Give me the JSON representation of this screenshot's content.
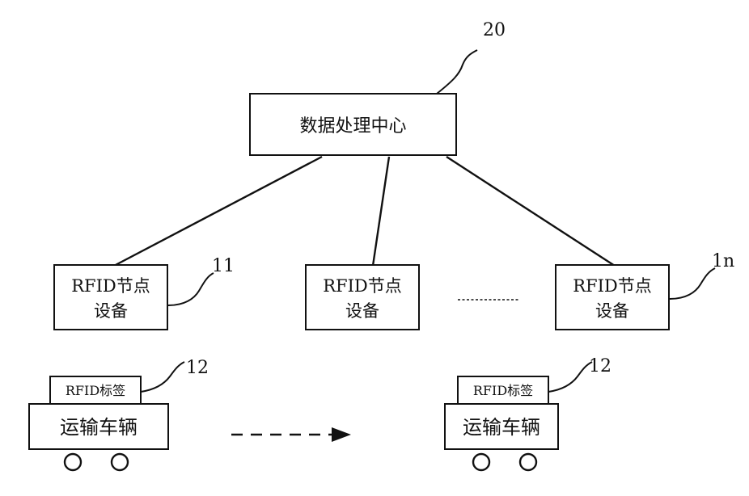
{
  "center": {
    "label": "数据处理中心",
    "ref": "20"
  },
  "nodes": [
    {
      "line1": "RFID节点",
      "line2": "设备",
      "ref": "11"
    },
    {
      "line1": "RFID节点",
      "line2": "设备",
      "ref": ""
    },
    {
      "line1": "RFID节点",
      "line2": "设备",
      "ref": "1n"
    }
  ],
  "vehicles": [
    {
      "tag": "RFID标签",
      "label": "运输车辆",
      "ref": "12"
    },
    {
      "tag": "RFID标签",
      "label": "运输车辆",
      "ref": "12"
    }
  ]
}
